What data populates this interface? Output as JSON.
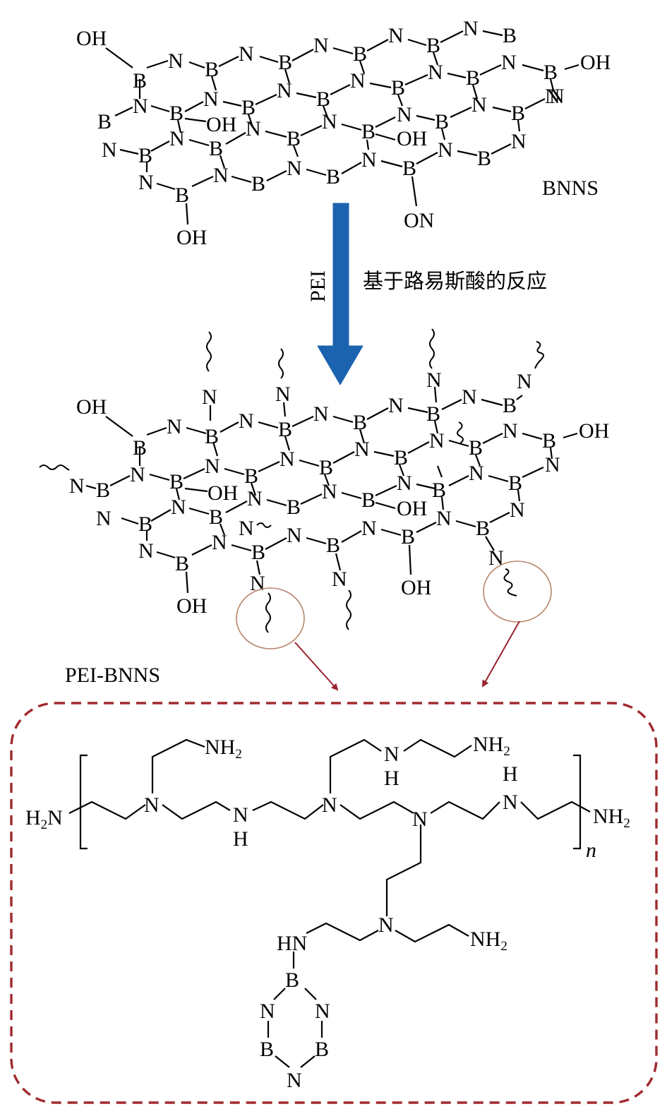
{
  "labels": {
    "bnns": "BNNS",
    "pei": "PEI",
    "reaction": "基于路易斯酸的反应",
    "pei_bnns": "PEI-BNNS",
    "repeat_n": "n"
  },
  "atoms": {
    "boron": "B",
    "nitrogen": "N",
    "hydroxyl": "OH",
    "on_group": "ON",
    "imine_nh": "HN",
    "hydrogen": "H",
    "amine": "NH",
    "amine_sub": "2",
    "h2n_h": "H",
    "h2n_sub": "2",
    "h2n_n": "N"
  },
  "colors": {
    "arrow": "#1b63ae",
    "dashed_box": "#a02a2e",
    "circle": "#b7856b",
    "pointer": "#9a2230"
  }
}
